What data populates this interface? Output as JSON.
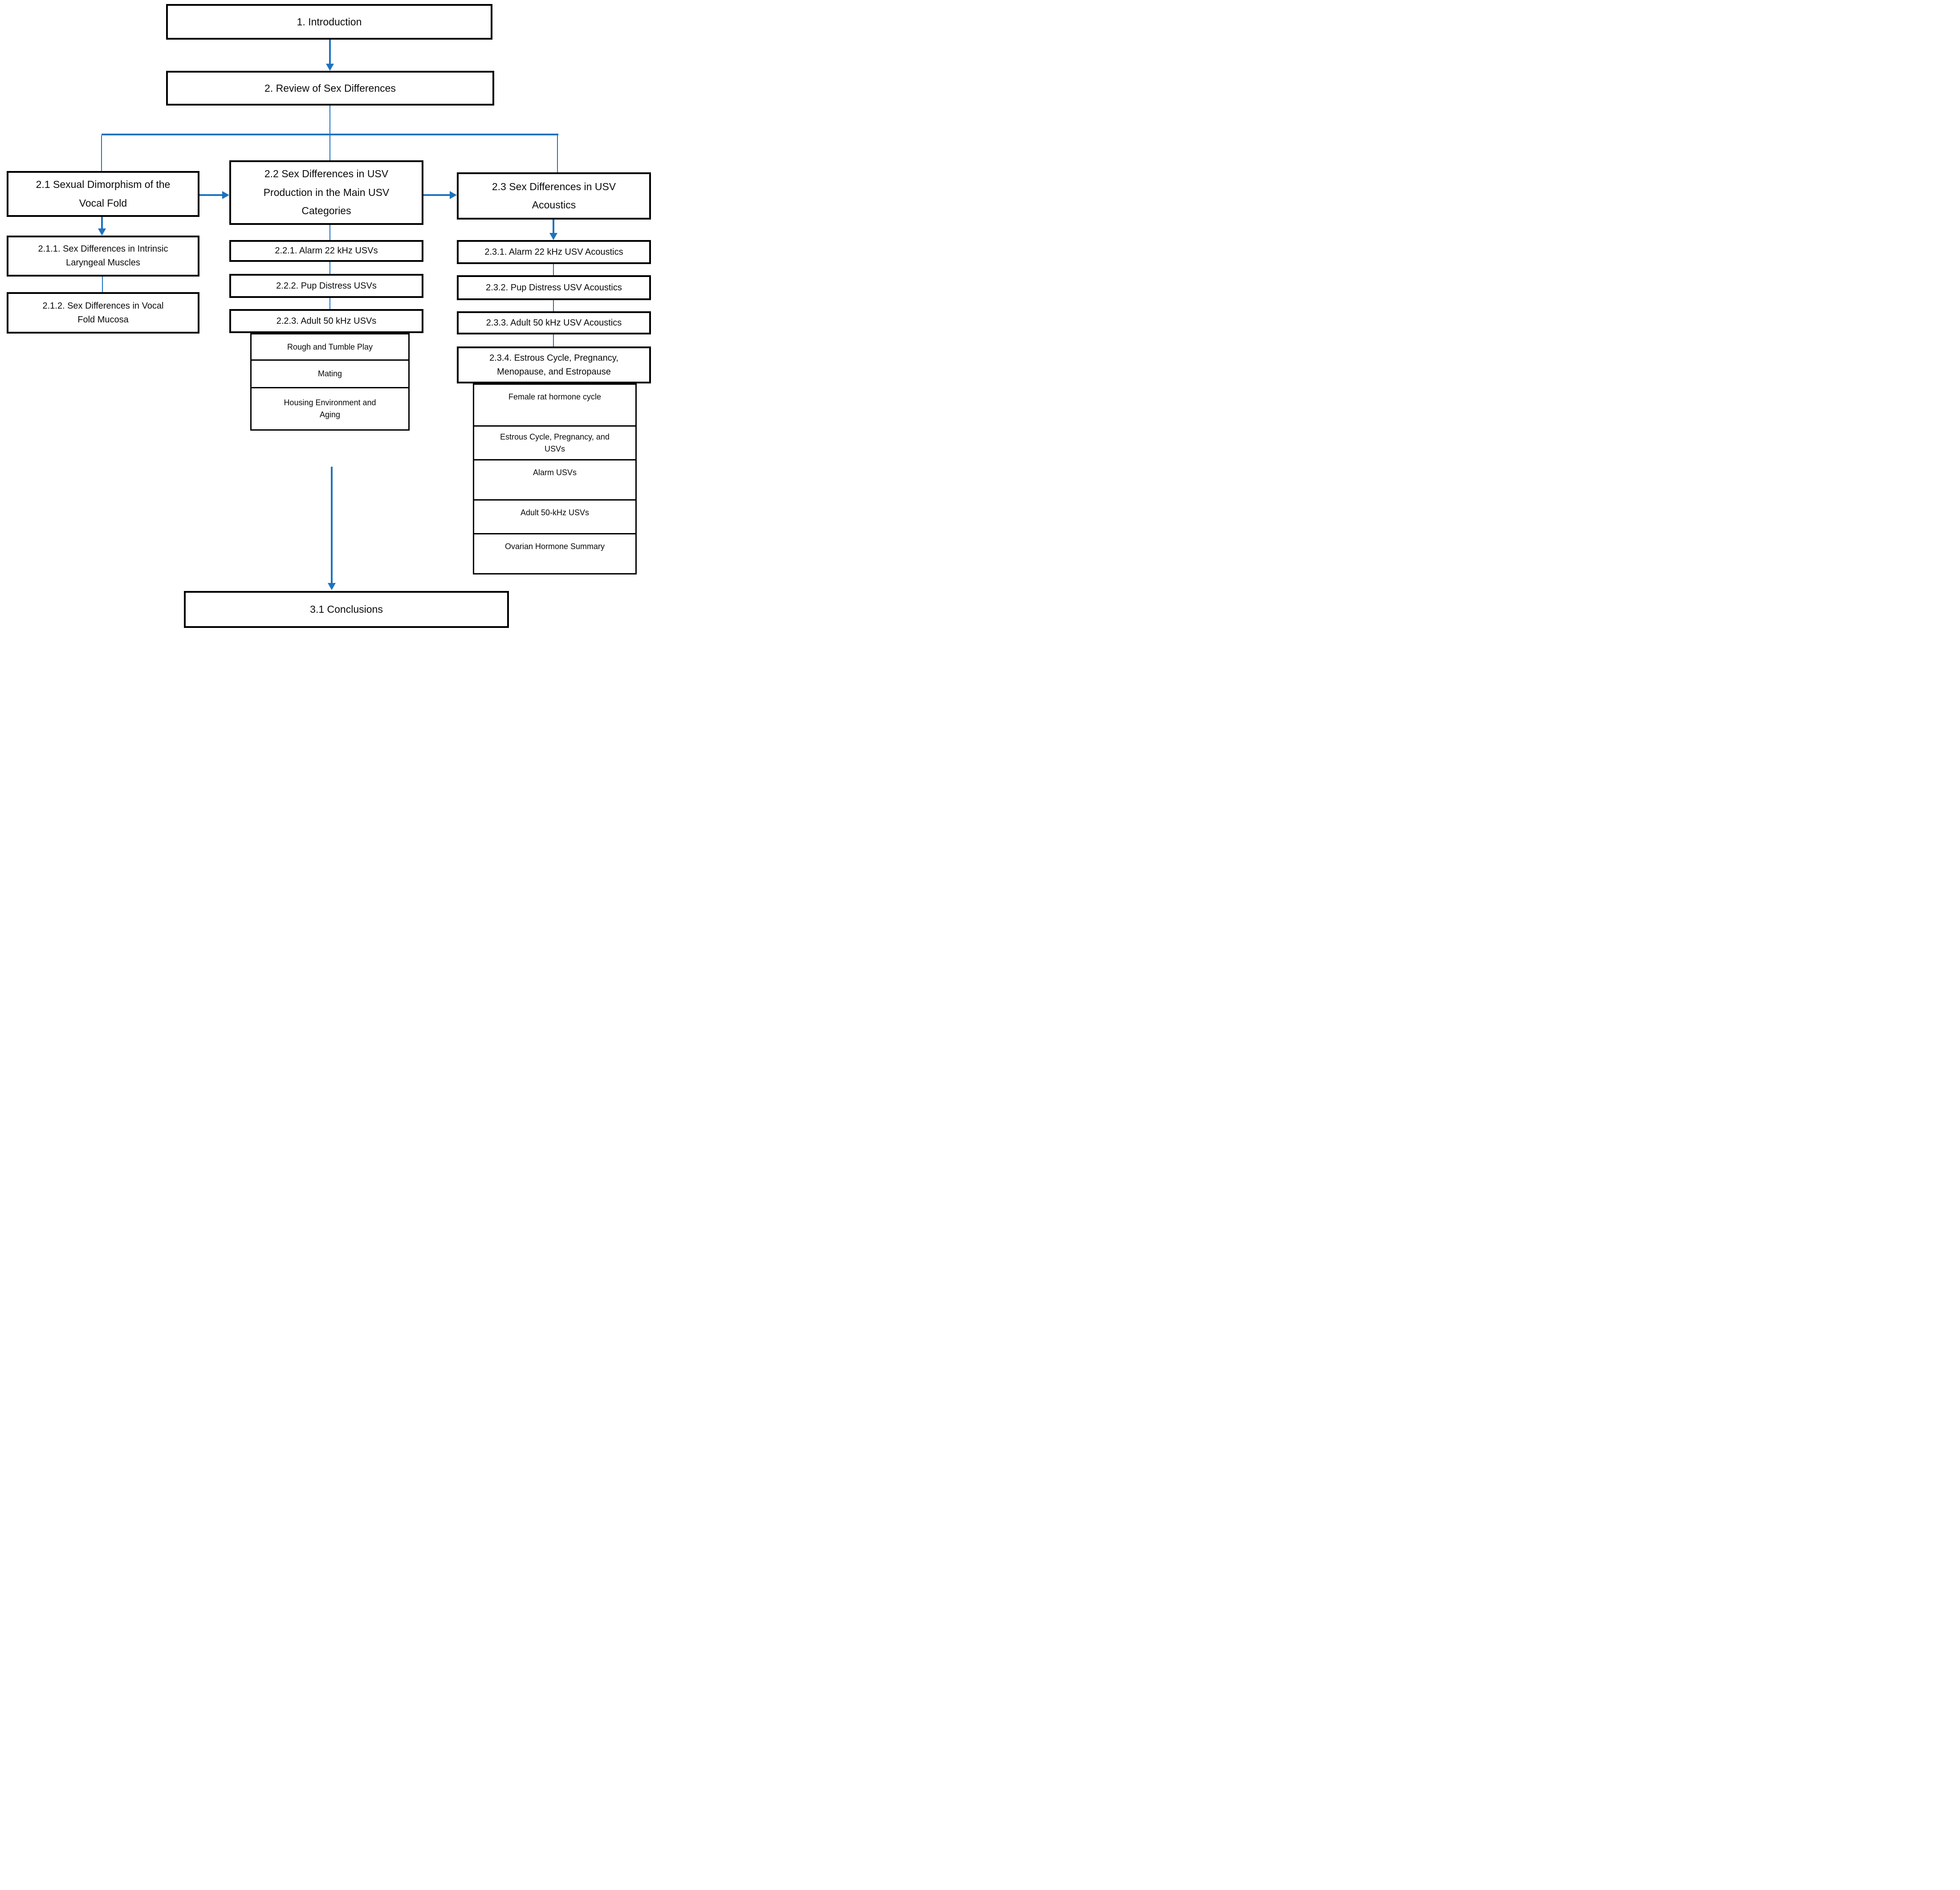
{
  "colors": {
    "connector_blue": "#1E73BE",
    "box_border": "#000000",
    "background": "#FFFFFF"
  },
  "nodes": {
    "introduction": "1. Introduction",
    "review": "2. Review of Sex Differences",
    "s2_1": "2.1 Sexual Dimorphism of the\nVocal Fold",
    "s2_2": "2.2 Sex Differences in USV\nProduction in the Main USV\nCategories",
    "s2_3": "2.3 Sex Differences in USV\nAcoustics",
    "s2_1_1": "2.1.1. Sex Differences in Intrinsic\nLaryngeal Muscles",
    "s2_1_2": "2.1.2. Sex Differences in Vocal\nFold Mucosa",
    "s2_2_1": "2.2.1. Alarm 22 kHz USVs",
    "s2_2_2": "2.2.2. Pup Distress USVs",
    "s2_2_3": "2.2.3. Adult 50 kHz USVs",
    "rough_tumble": "Rough and Tumble Play",
    "mating": "Mating",
    "housing_aging": "Housing Environment and\nAging",
    "s2_3_1": "2.3.1. Alarm 22 kHz USV Acoustics",
    "s2_3_2": "2.3.2. Pup Distress USV Acoustics",
    "s2_3_3": "2.3.3. Adult 50 kHz USV Acoustics",
    "s2_3_4": "2.3.4. Estrous Cycle, Pregnancy,\nMenopause, and Estropause",
    "female_cycle": "Female rat hormone cycle",
    "estrous_usvs": "Estrous Cycle, Pregnancy, and\nUSVs",
    "alarm_usvs": "Alarm USVs",
    "adult_50khz": "Adult 50-kHz USVs",
    "ovarian_summary": "Ovarian Hormone Summary",
    "conclusions": "3.1 Conclusions"
  },
  "edges": [
    {
      "from": "introduction",
      "to": "review",
      "style": "arrow"
    },
    {
      "from": "review",
      "to": "s2_1, s2_2, s2_3",
      "style": "branch-line"
    },
    {
      "from": "s2_1",
      "to": "s2_2",
      "style": "arrow"
    },
    {
      "from": "s2_2",
      "to": "s2_3",
      "style": "arrow"
    },
    {
      "from": "s2_1",
      "to": "s2_1_1",
      "style": "arrow"
    },
    {
      "from": "s2_1_1",
      "to": "s2_1_2",
      "style": "line"
    },
    {
      "from": "s2_2",
      "to": "s2_2_1",
      "style": "line"
    },
    {
      "from": "s2_2_1",
      "to": "s2_2_2",
      "style": "line"
    },
    {
      "from": "s2_2_2",
      "to": "s2_2_3",
      "style": "line"
    },
    {
      "from": "s2_3",
      "to": "s2_3_1",
      "style": "arrow"
    },
    {
      "from": "s2_3_1",
      "to": "s2_3_2",
      "style": "line"
    },
    {
      "from": "s2_3_2",
      "to": "s2_3_3",
      "style": "line"
    },
    {
      "from": "s2_3_3",
      "to": "s2_3_4",
      "style": "line"
    },
    {
      "from": "",
      "to": "conclusions",
      "style": "arrow"
    }
  ]
}
